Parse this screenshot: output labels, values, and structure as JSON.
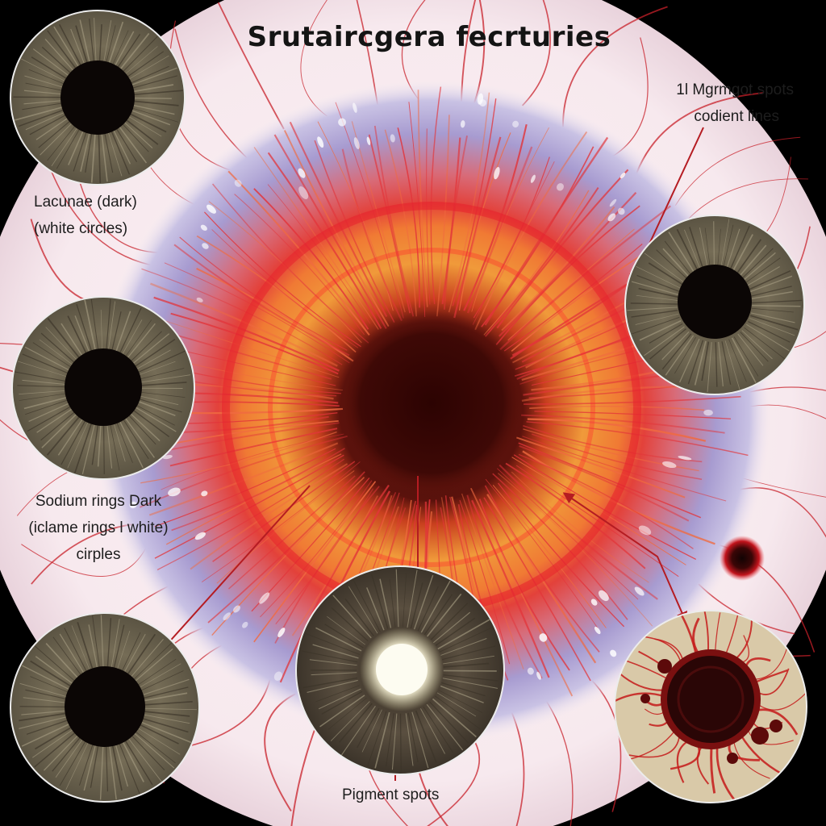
{
  "title": "Srutaircgera fecrturies",
  "labels": {
    "lacunae": [
      "Lacunae (dark)",
      "(white circles)"
    ],
    "sodium": [
      "Sodium rings Dark",
      "(iclame rings l white)",
      "cirples"
    ],
    "magnet": [
      "1l Mgrmgot spots",
      "codient lines"
    ],
    "pigment": "Pigment spots"
  },
  "colors": {
    "background": "#000000",
    "sclera": "#f7ecef",
    "iris_outer": "#8f8cc8",
    "iris_mid": "#e3413a",
    "iris_inner": "#f09a3a",
    "pupil": "#3a0806",
    "vessel": "#d8202a",
    "detail_iris": "#6f6754",
    "detail_pupil": "#0b0605",
    "arrow": "#b51c22"
  },
  "icons": {
    "detail_top_left": "iris-dark-pupil-icon",
    "detail_mid_left": "iris-dark-pupil-icon",
    "detail_bottom_left": "iris-dark-pupil-icon",
    "detail_right": "iris-dark-pupil-icon",
    "detail_center": "iris-bright-pupil-icon",
    "detail_bottom_right": "red-pigment-iris-icon",
    "pigment_dot": "red-spot-icon"
  }
}
